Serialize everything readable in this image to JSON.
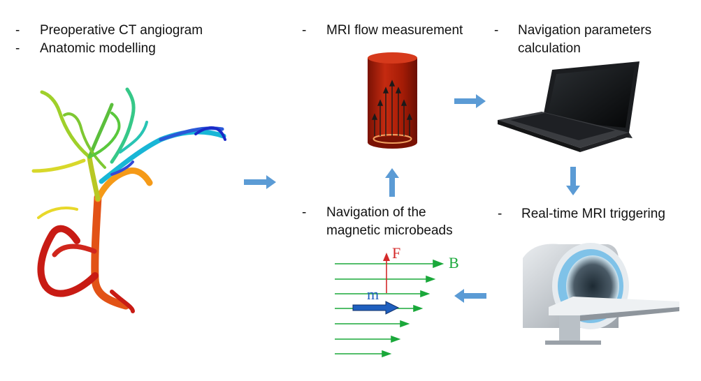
{
  "steps": {
    "ct": {
      "line1": "Preoperative CT angiogram",
      "line2": "Anatomic modelling"
    },
    "mri_flow": {
      "label": "MRI flow measurement"
    },
    "nav_params": {
      "line1": "Navigation parameters",
      "line2": "calculation"
    },
    "navigation": {
      "line1": "Navigation of the",
      "line2": "magnetic microbeads"
    },
    "trigger": {
      "label": "Real-time MRI triggering"
    }
  },
  "bullet": "-",
  "physics": {
    "force_label": "F",
    "field_label": "B",
    "moment_label": "m"
  },
  "colors": {
    "flow_arrow": "#5b9bd5",
    "field": "#1aa83a",
    "force": "#d42a2a",
    "moment": "#1f5fbf",
    "cylinder": "#b01c08"
  }
}
